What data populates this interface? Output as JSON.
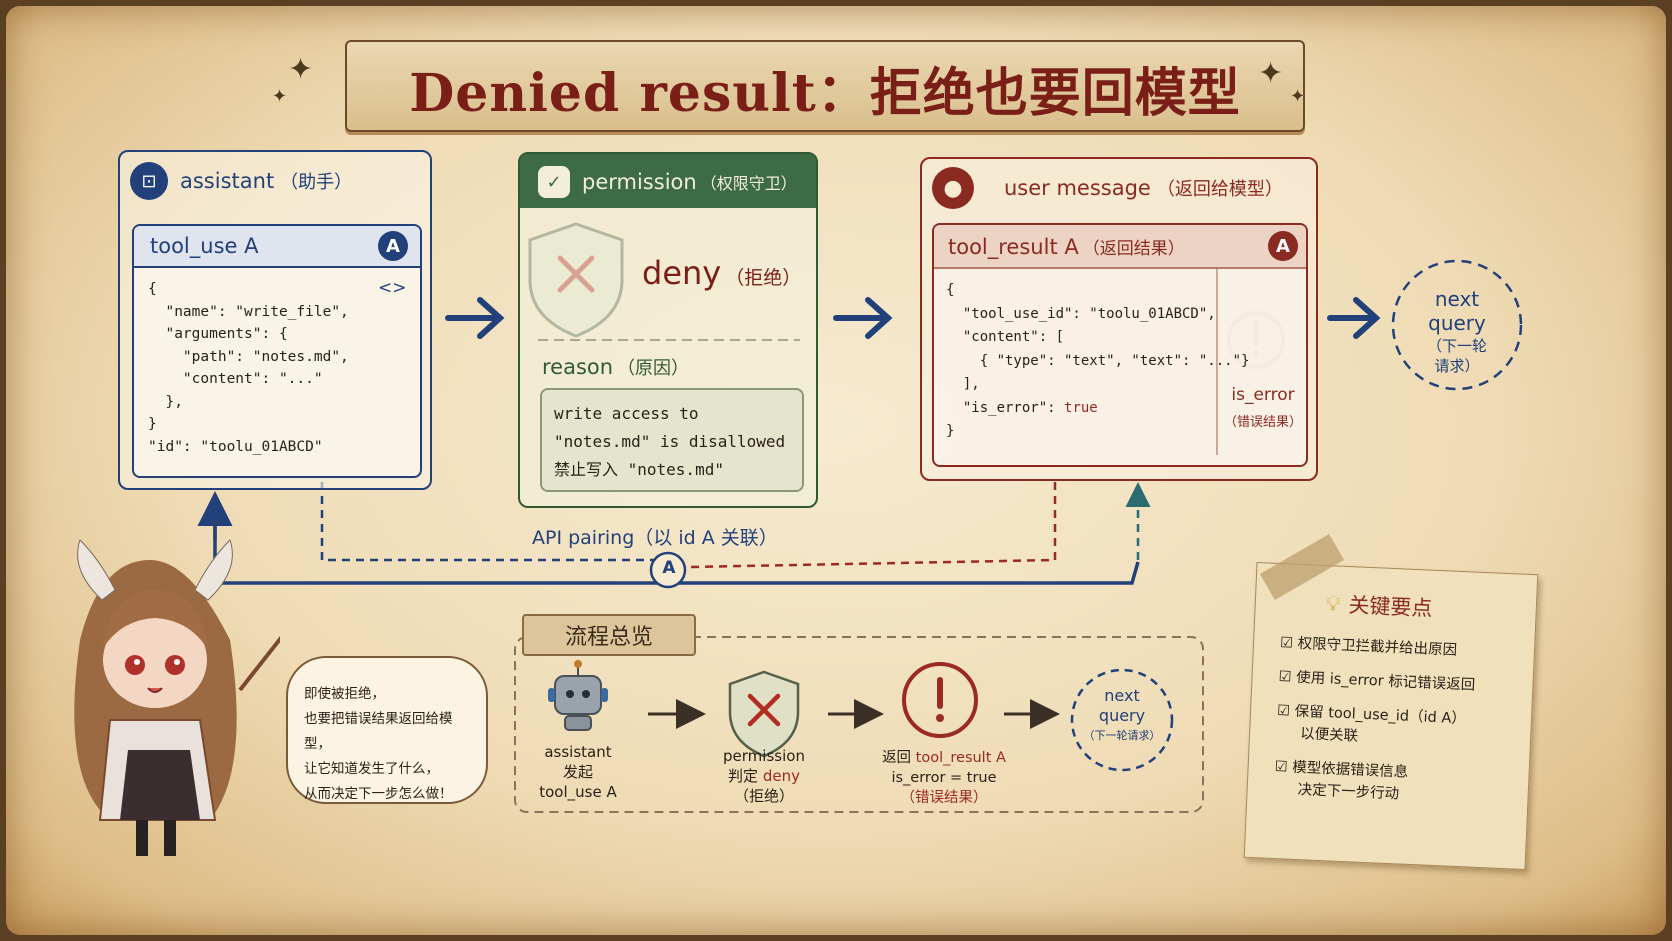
{
  "title": "Denied result：拒绝也要回模型",
  "assistant": {
    "title": "assistant",
    "subtitle": "（助手）",
    "card_title": "tool_use A",
    "badge": "A",
    "code": "{\n  \"name\": \"write_file\",\n  \"arguments\": {\n    \"path\": \"notes.md\",\n    \"content\": \"...\"\n  },\n}\n\"id\": \"toolu_01ABCD\""
  },
  "permission": {
    "title": "permission",
    "subtitle": "（权限守卫）",
    "decision": "deny",
    "decision_sub": "（拒绝）",
    "reason_label": "reason",
    "reason_sub": "（原因）",
    "reason_text": "write access to\n\"notes.md\" is disallowed\n禁止写入 \"notes.md\""
  },
  "user": {
    "title": "user message",
    "subtitle": "（返回给模型）",
    "card_title": "tool_result A",
    "card_subtitle": "（返回结果）",
    "badge": "A",
    "code": "{\n  \"tool_use_id\": \"toolu_01ABCD\",\n  \"content\": [\n    { \"type\": \"text\", \"text\": \"...\"}\n  ],\n  \"is_error\": ",
    "code_error_value": "true",
    "code_end": "\n}",
    "error_label": "is_error",
    "error_sub": "（错误结果）"
  },
  "next_query": {
    "label_line1": "next",
    "label_line2": "query",
    "sub_line1": "（下一轮",
    "sub_line2": "请求）"
  },
  "pairing": {
    "label": "API pairing（以 id A 关联）",
    "badge": "A"
  },
  "flow": {
    "title": "流程总览",
    "steps": [
      {
        "line1": "assistant",
        "line2": "发起",
        "line3": "tool_use A"
      },
      {
        "line1": "permission",
        "line2a": "判定",
        "line2b": "deny",
        "line3": "（拒绝）"
      },
      {
        "line1a": "返回",
        "line1b": "tool_result A",
        "line2": "is_error = true",
        "line3": "（错误结果）"
      },
      {
        "line1": "next",
        "line2": "query",
        "line3": "（下一轮请求）"
      }
    ]
  },
  "bubble": {
    "lines": [
      "即使被拒绝，",
      "也要把错误结果返回给模型，",
      "让它知道发生了什么，",
      "从而决定下一步怎么做！"
    ]
  },
  "key_points": {
    "title": "关键要点",
    "items": [
      {
        "line1": "权限守卫拦截并给出原因"
      },
      {
        "line1": "使用 is_error 标记错误返回"
      },
      {
        "line1": "保留 tool_use_id（id A）",
        "line2": "以便关联"
      },
      {
        "line1": "模型依据错误信息",
        "line2": "决定下一步行动"
      }
    ]
  },
  "colors": {
    "assistant": "#22417a",
    "permission": "#3d6b44",
    "user": "#8b2a21",
    "parchment": "#efdcb6"
  }
}
